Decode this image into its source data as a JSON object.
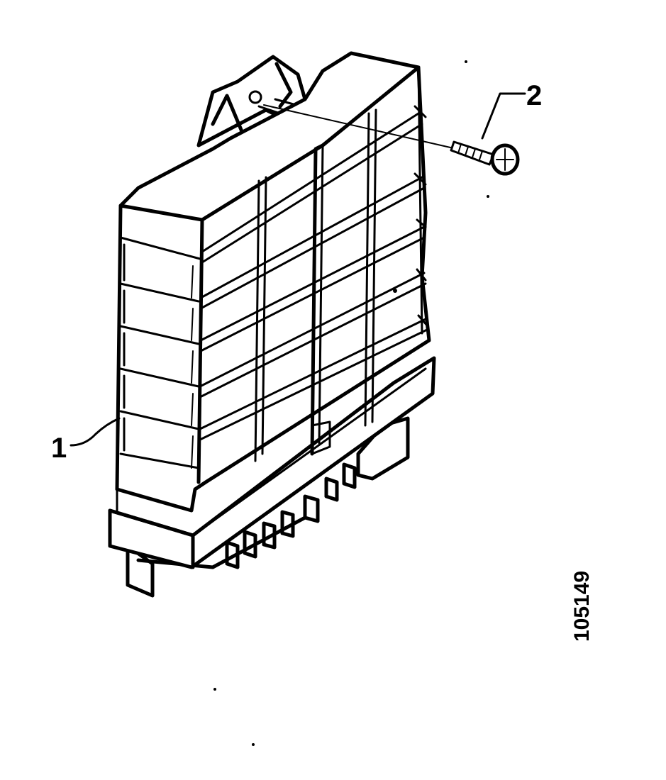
{
  "callouts": {
    "part_1": "1",
    "part_2": "2"
  },
  "reference_number": "105149"
}
